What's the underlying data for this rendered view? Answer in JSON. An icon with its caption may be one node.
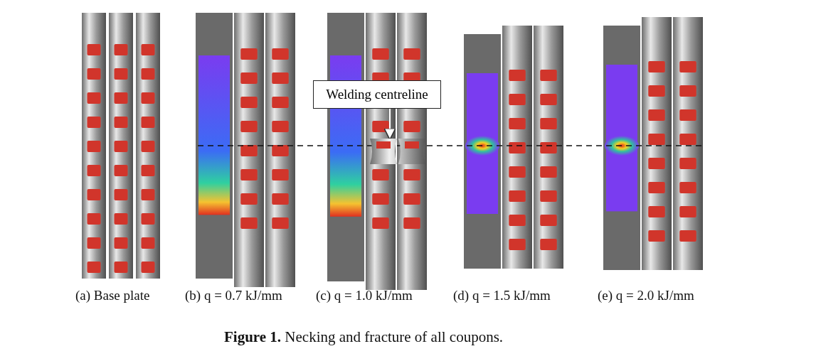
{
  "diagram": {
    "caption": "**Figure 1.** Necking and fracture of all coupons.",
    "nodes": [
      {
        "text": [
          "Welding centreline"
        ]
      },
      {
        "text": [],
        "shape": "picture"
      }
    ],
    "edges": [
      {
        "from": 0,
        "to": 1,
        "arrow": "to"
      }
    ],
    "labels": [
      "(a) Base plate",
      "(b) q = 0.7 kJ/mm",
      "(c) q = 1.0 kJ/mm",
      "(d) q = 1.5 kJ/mm",
      "(e) q = 2.0 kJ/mm"
    ]
  }
}
